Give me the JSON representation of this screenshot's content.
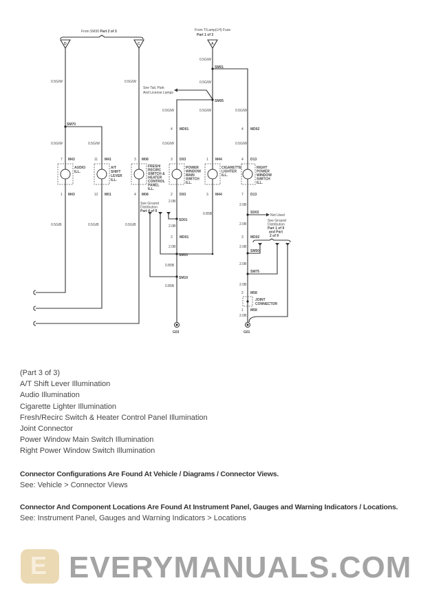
{
  "diagram": {
    "from_sm30": "From SM30",
    "from_sm30_part": "Part 2 of 3",
    "from_tlamp": "From T/Lamp(LH) Fuse",
    "from_tlamp_part": "Part 1 of 3",
    "term_d": "D",
    "term_c": "C",
    "term_a": "A",
    "w_05gw": "0.5G/W",
    "w_05gb": "0.5G/B",
    "w_20b": "2.0B",
    "w_085b": "0.85B",
    "see_tail_1": "See Tail, Park",
    "see_tail_2": "And License Lamps",
    "splices": {
      "sm01": "SM01",
      "sm05": "SM05",
      "sm70": "SM70",
      "sd01": "SD01",
      "sm03": "SM03",
      "sm10": "SM10",
      "sd02": "SD02",
      "sm50": "SM50",
      "sm75": "SM75"
    },
    "connectors": {
      "md01": "MD01",
      "md02": "MD02",
      "m43": "M43",
      "m41": "M41",
      "m01": "M01",
      "m08": "M08",
      "d03": "D03",
      "m44": "M44",
      "d13": "D13",
      "m58": "M58"
    },
    "pins": {
      "p1": "1",
      "p2": "2",
      "p3": "3",
      "p4": "4",
      "p7": "7",
      "p11": "11",
      "p12": "12"
    },
    "components": {
      "audio": [
        "AUDIO",
        "ILL."
      ],
      "at": [
        "A/T",
        "SHIFT",
        "LEVER",
        "ILL."
      ],
      "fresh": [
        "FRESH/",
        "RECIRC",
        "SWITCH &",
        "HEATER",
        "CONTROL",
        "PANEL",
        "ILL."
      ],
      "pwm": [
        "POWER",
        "WINDOW",
        "MAIN",
        "SWITCH",
        "ILL."
      ],
      "cig": [
        "CIGARETTE",
        "LIGHTER",
        "ILL."
      ],
      "rpw": [
        "RIGHT",
        "POWER",
        "WINDOW",
        "SWITCH",
        "ILL."
      ],
      "joint": [
        "JOINT",
        "CONNECTOR"
      ]
    },
    "ground_ref_left": [
      "See Ground",
      "Distribution",
      "Part 4 of 9"
    ],
    "not_used": "Not Used",
    "ground_ref_right": [
      "See Ground",
      "Distribution",
      "Part 1 of 9",
      "and Part",
      "2 of 9"
    ],
    "g03": "G03",
    "g01": "G01"
  },
  "watermark": "EVERYMANUALS.COM",
  "doc": {
    "part": "(Part 3 of 3)",
    "items": [
      "A/T Shift Lever Illumination",
      "Audio Illumination",
      "Cigarette Lighter Illumination",
      "Fresh/Recirc Switch & Heater Control Panel Illumination",
      "Joint Connector",
      "Power Window Main Switch Illumination",
      "Right Power Window Switch Illumination"
    ],
    "connector_heading": "Connector Configurations Are Found At Vehicle / Diagrams / Connector Views.",
    "connector_link": "See: Vehicle > Connector Views",
    "location_heading": "Connector And Component Locations Are Found At Instrument Panel, Gauges and Warning Indicators / Locations.",
    "location_link": "See: Instrument Panel, Gauges and Warning Indicators > Locations"
  }
}
